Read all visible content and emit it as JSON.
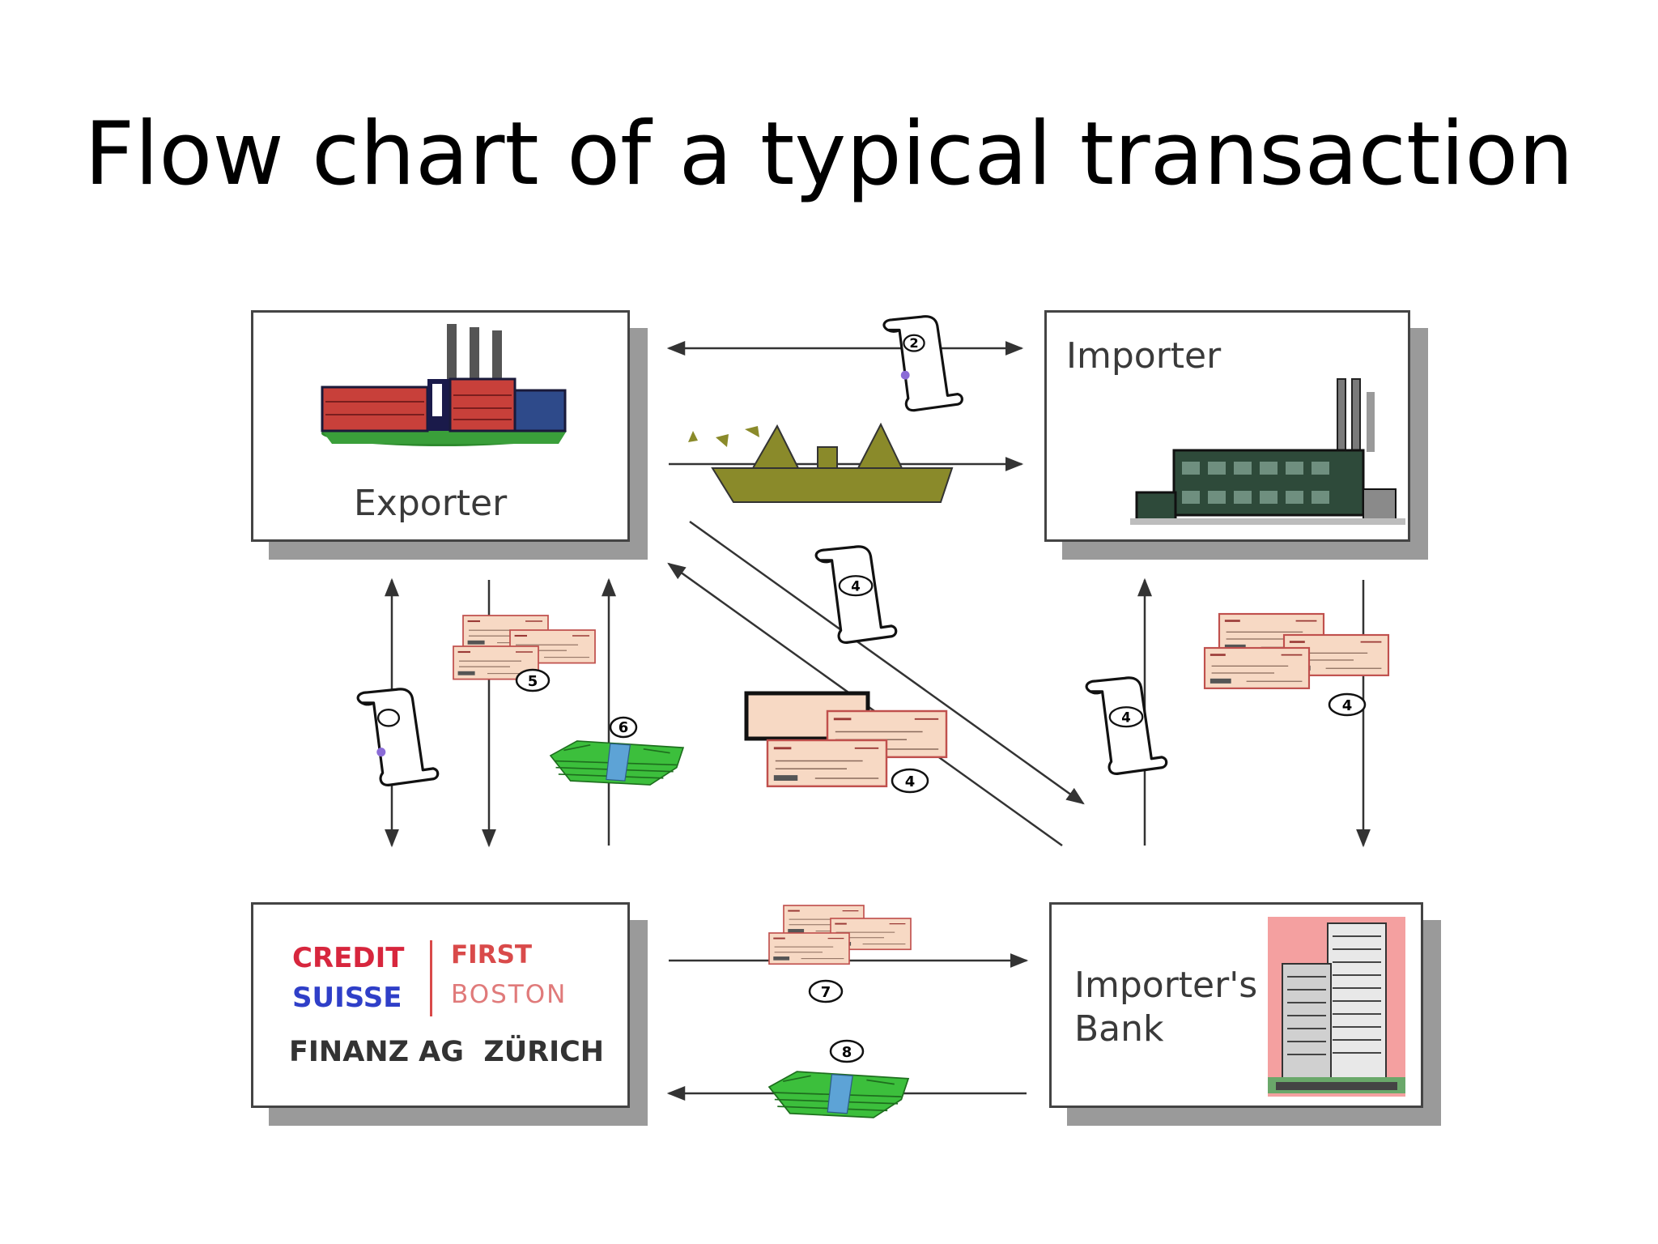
{
  "title": "Flow chart of a typical transaction",
  "nodes": {
    "exporter": {
      "label": "Exporter"
    },
    "importer": {
      "label": "Importer"
    },
    "importer_bank": {
      "label_line1": "Importer's",
      "label_line2": "Bank"
    },
    "exporter_bank": {
      "credit": "CREDIT",
      "suisse": "SUISSE",
      "first": "FIRST",
      "boston": "BOSTON",
      "finanz": "FINANZ AG  ZÜRICH"
    }
  },
  "steps": {
    "s2": "2",
    "s4a": "4",
    "s4b": "4",
    "s4c": "4",
    "s4d": "4",
    "s5": "5",
    "s6": "6",
    "s7": "7",
    "s8": "8"
  },
  "colors": {
    "credit_red": "#d7263d",
    "suisse_blue": "#2f3fc8",
    "boston_red": "#d94a4a",
    "check_fill": "#f7d9c4",
    "check_border": "#c0504d",
    "ship": "#8a8a2a",
    "money": "#3cbf3c"
  }
}
